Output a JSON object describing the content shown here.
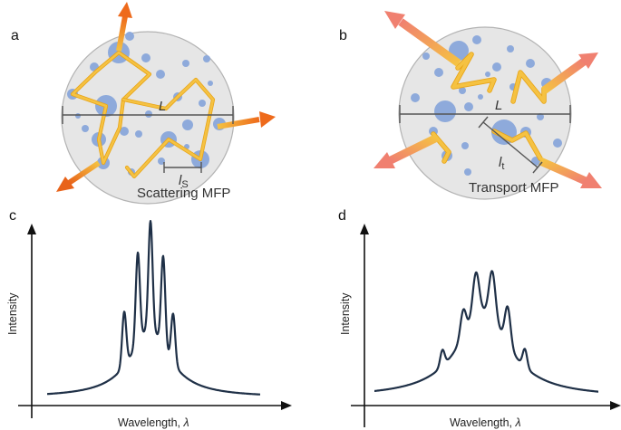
{
  "panels": [
    {
      "id": "a",
      "label": "a",
      "length_label": "L",
      "mfp_symbol": "l",
      "mfp_subscript": "S",
      "caption": "Scattering MFP"
    },
    {
      "id": "b",
      "label": "b",
      "length_label": "L",
      "mfp_symbol": "l",
      "mfp_subscript": "t",
      "caption": "Transport MFP"
    },
    {
      "id": "c",
      "label": "c",
      "xlabel": "Wavelength, ",
      "xlabel_symbol": "λ",
      "ylabel": "Intensity"
    },
    {
      "id": "d",
      "label": "d",
      "xlabel": "Wavelength, ",
      "xlabel_symbol": "λ",
      "ylabel": "Intensity"
    }
  ],
  "colors": {
    "sphere_fill": "#e6e6e6",
    "sphere_stroke": "#b3b3b3",
    "scatterer": "#8eaadb",
    "path": "#f5c242",
    "path_outline": "#e8a417",
    "arrow_a": "#ef7d1c",
    "arrow_b": "#f08a6a",
    "curve": "#1f3047",
    "axis": "#111111"
  }
}
